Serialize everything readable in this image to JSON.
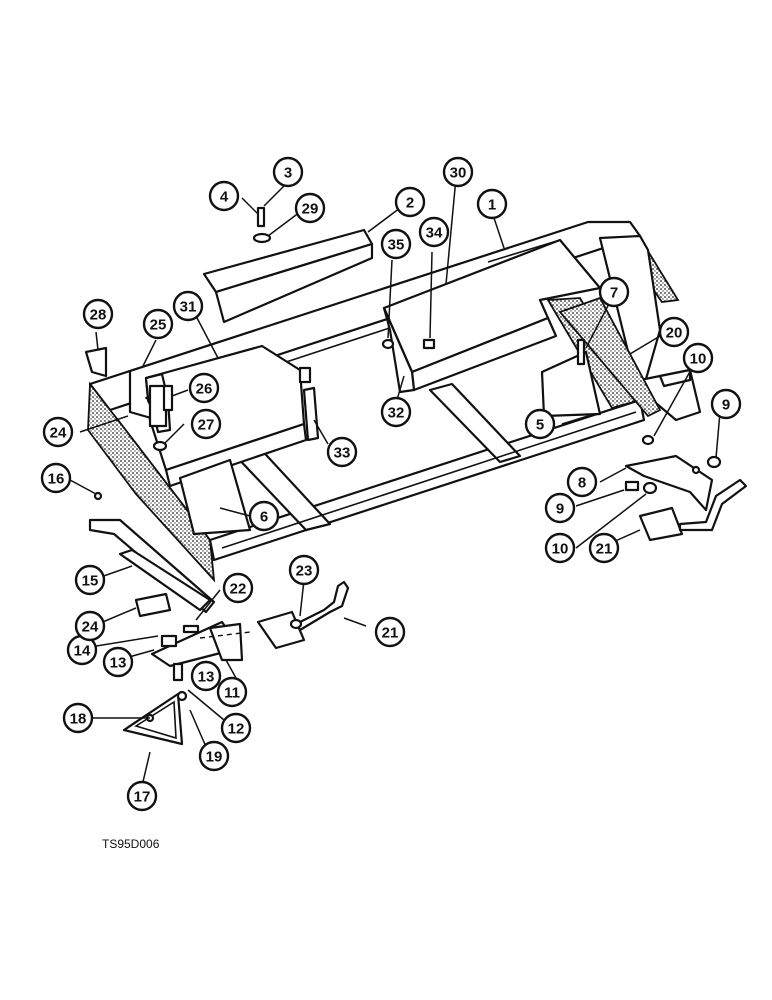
{
  "figure_ref": "TS95D006",
  "callouts": [
    {
      "id": "c1",
      "label": "1"
    },
    {
      "id": "c2",
      "label": "2"
    },
    {
      "id": "c3",
      "label": "3"
    },
    {
      "id": "c4",
      "label": "4"
    },
    {
      "id": "c5",
      "label": "5"
    },
    {
      "id": "c6",
      "label": "6"
    },
    {
      "id": "c7",
      "label": "7"
    },
    {
      "id": "c8",
      "label": "8"
    },
    {
      "id": "c9a",
      "label": "9"
    },
    {
      "id": "c9b",
      "label": "9"
    },
    {
      "id": "c10a",
      "label": "10"
    },
    {
      "id": "c10b",
      "label": "10"
    },
    {
      "id": "c11",
      "label": "11"
    },
    {
      "id": "c12",
      "label": "12"
    },
    {
      "id": "c13a",
      "label": "13"
    },
    {
      "id": "c13b",
      "label": "13"
    },
    {
      "id": "c14",
      "label": "14"
    },
    {
      "id": "c15",
      "label": "15"
    },
    {
      "id": "c16",
      "label": "16"
    },
    {
      "id": "c17",
      "label": "17"
    },
    {
      "id": "c18",
      "label": "18"
    },
    {
      "id": "c19",
      "label": "19"
    },
    {
      "id": "c20",
      "label": "20"
    },
    {
      "id": "c21a",
      "label": "21"
    },
    {
      "id": "c21b",
      "label": "21"
    },
    {
      "id": "c22",
      "label": "22"
    },
    {
      "id": "c23",
      "label": "23"
    },
    {
      "id": "c24a",
      "label": "24"
    },
    {
      "id": "c24b",
      "label": "24"
    },
    {
      "id": "c25",
      "label": "25"
    },
    {
      "id": "c26",
      "label": "26"
    },
    {
      "id": "c27",
      "label": "27"
    },
    {
      "id": "c28",
      "label": "28"
    },
    {
      "id": "c29",
      "label": "29"
    },
    {
      "id": "c30",
      "label": "30"
    },
    {
      "id": "c31",
      "label": "31"
    },
    {
      "id": "c32",
      "label": "32"
    },
    {
      "id": "c33",
      "label": "33"
    },
    {
      "id": "c34",
      "label": "34"
    },
    {
      "id": "c35",
      "label": "35"
    }
  ]
}
